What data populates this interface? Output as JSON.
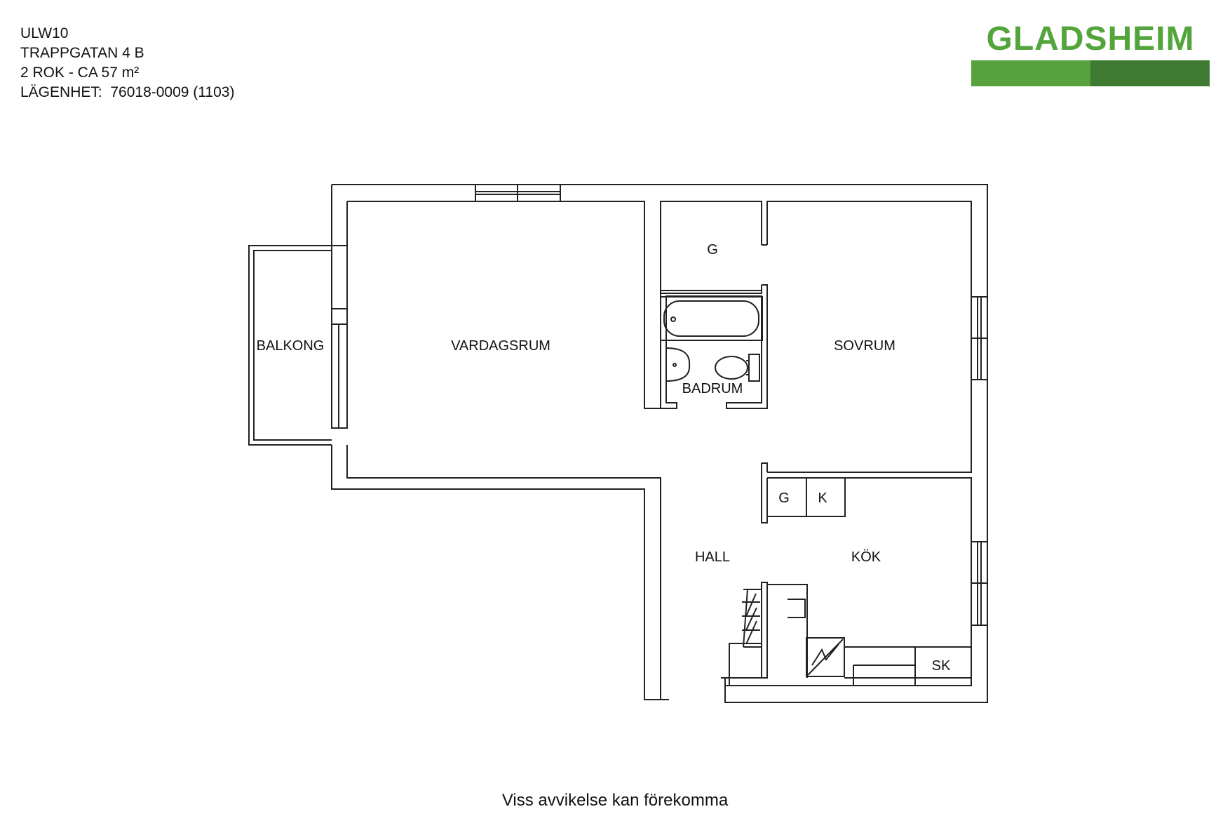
{
  "info": {
    "line1": "ULW10",
    "line2": "TRAPPGATAN 4 B",
    "line3": "2 ROK - CA 57 m²",
    "line4": "LÄGENHET:  76018-0009 (1103)"
  },
  "logo": {
    "text": "GLADSHEIM",
    "color_text": "#54a43c",
    "color_bar_light": "#56a33d",
    "color_bar_dark": "#3e7a31"
  },
  "rooms": {
    "balkong": "BALKONG",
    "vardagsrum": "VARDAGSRUM",
    "g_top": "G",
    "badrum": "BADRUM",
    "sovrum": "SOVRUM",
    "hall": "HALL",
    "kok": "KÖK",
    "g_kitchen": "G",
    "k_kitchen": "K",
    "sk": "SK"
  },
  "footer": "Viss avvikelse kan förekomma"
}
